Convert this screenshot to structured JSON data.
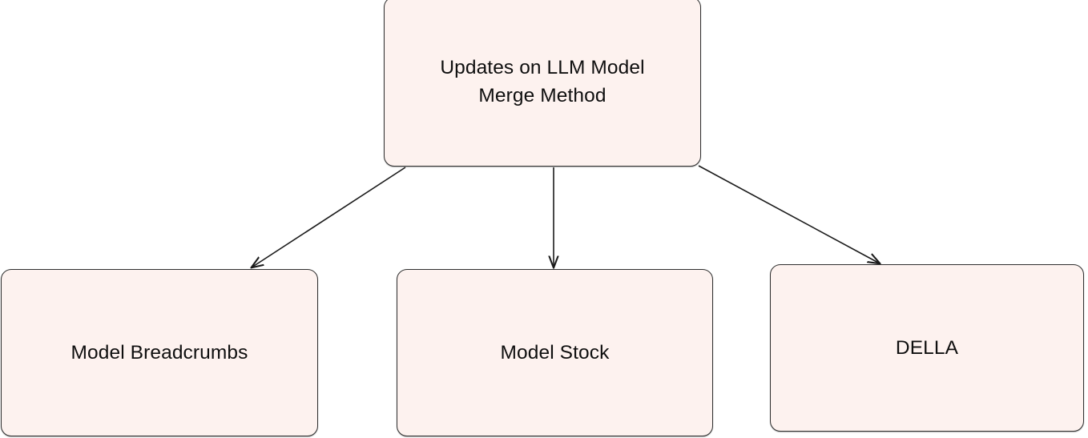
{
  "diagram": {
    "type": "flowchart",
    "direction": "top-down",
    "background_color": "#ffffff",
    "node_fill_color": "#fdf2ef",
    "node_border_color": "#2f2f2f",
    "edge_color": "#1a1a1a",
    "text_color": "#0f0f0f",
    "nodes": [
      {
        "id": "root",
        "label": "Updates on LLM Model\nMerge Method",
        "role": "root"
      },
      {
        "id": "breadcrumbs",
        "label": "Model Breadcrumbs",
        "role": "child"
      },
      {
        "id": "stock",
        "label": "Model Stock",
        "role": "child"
      },
      {
        "id": "della",
        "label": "DELLA",
        "role": "child"
      }
    ],
    "edges": [
      {
        "id": "edge-root-breadcrumbs",
        "from": "root",
        "to": "breadcrumbs",
        "arrow": "end"
      },
      {
        "id": "edge-root-stock",
        "from": "root",
        "to": "stock",
        "arrow": "end"
      },
      {
        "id": "edge-root-della",
        "from": "root",
        "to": "della",
        "arrow": "end"
      }
    ]
  }
}
